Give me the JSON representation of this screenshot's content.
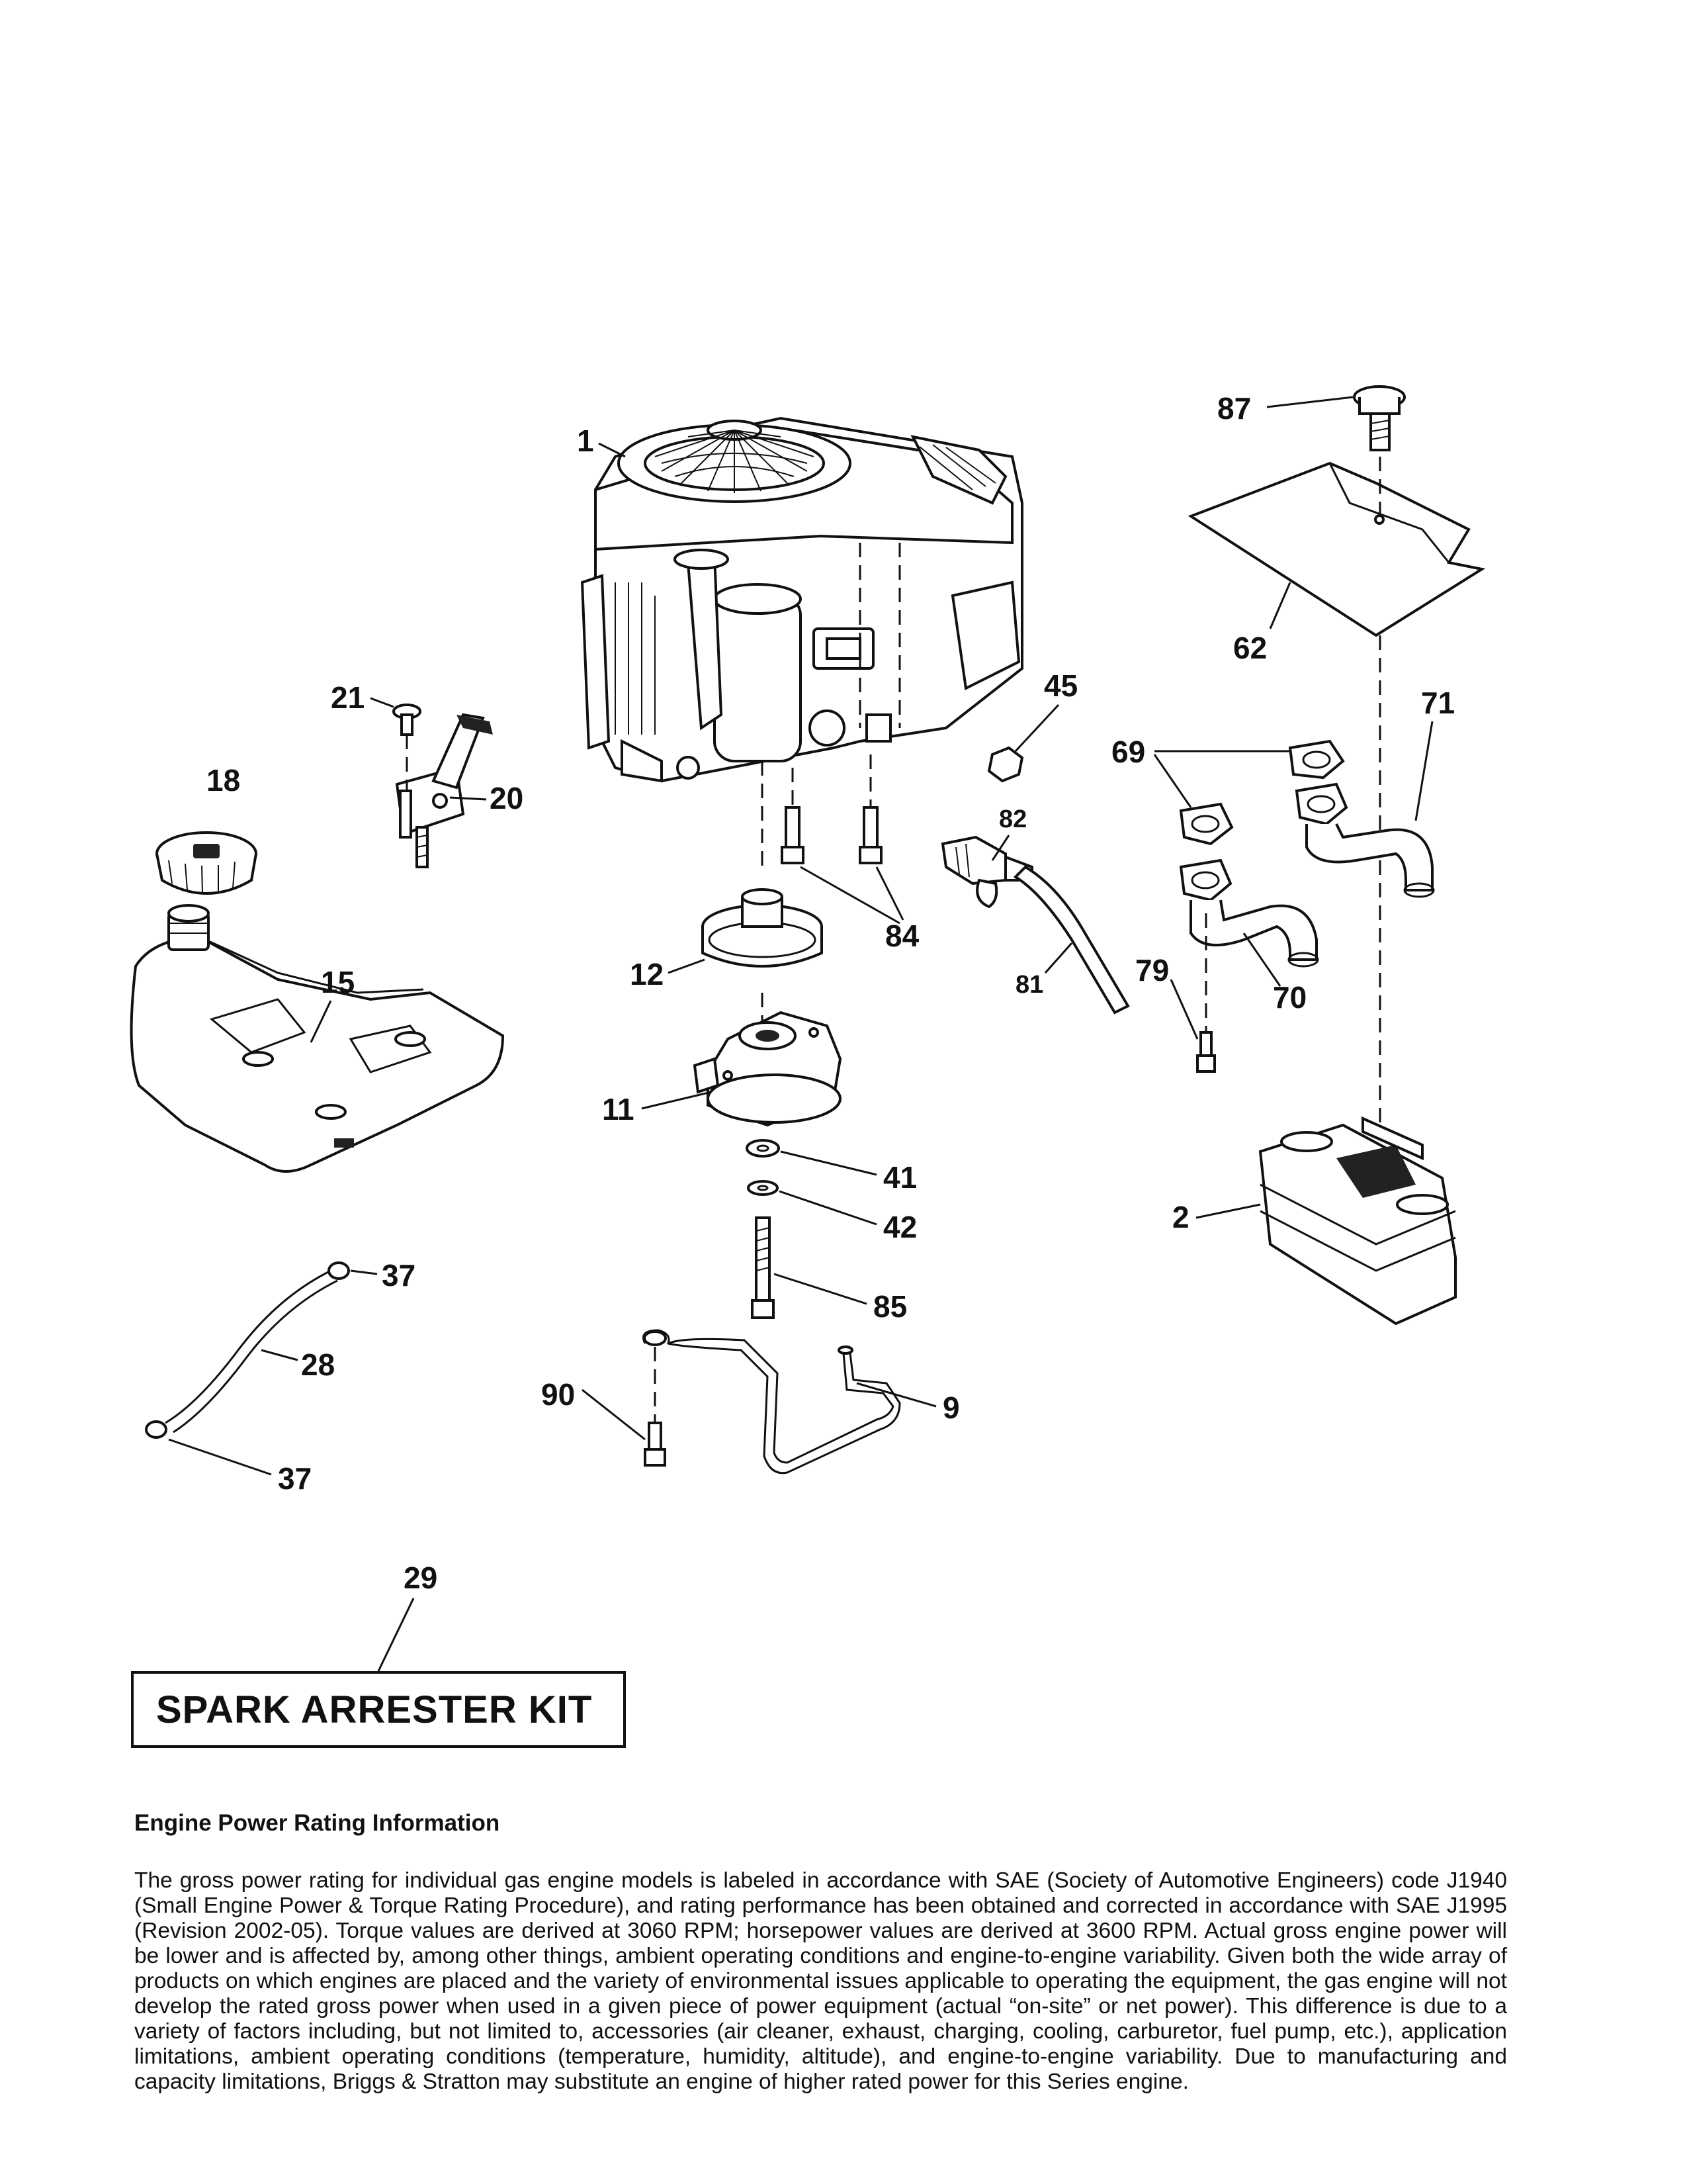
{
  "callouts": {
    "c1": "1",
    "c2": "2",
    "c9": "9",
    "c11": "11",
    "c12": "12",
    "c15": "15",
    "c18": "18",
    "c20": "20",
    "c21": "21",
    "c28": "28",
    "c29": "29",
    "c37a": "37",
    "c37b": "37",
    "c41": "41",
    "c42": "42",
    "c45": "45",
    "c62": "62",
    "c69": "69",
    "c70": "70",
    "c71": "71",
    "c79": "79",
    "c81": "81",
    "c82": "82",
    "c84": "84",
    "c85": "85",
    "c87": "87",
    "c90": "90"
  },
  "kit": {
    "label": "SPARK ARRESTER KIT"
  },
  "info": {
    "heading": "Engine Power Rating Information",
    "body": "The gross power rating for individual gas engine models is labeled in accordance with SAE (Society of Automotive Engineers) code J1940 (Small Engine Power & Torque Rating Procedure), and rating performance has been obtained and corrected in accordance with SAE J1995 (Revision 2002-05). Torque values are derived at 3060 RPM; horsepower values are derived at 3600 RPM. Actual gross engine power will be lower and is affected by, among other things, ambient operating conditions and engine-to-engine variability. Given both the wide array of products on which engines are placed and the variety of environmental issues applicable to operating the equipment, the gas engine will not develop the rated gross power when used in a given piece of power equipment (actual “on-site” or net power). This difference is due to a variety of factors including, but not limited to, accessories (air cleaner, exhaust, charging, cooling, carburetor, fuel pump, etc.), application limitations, ambient operating conditions (temperature, humidity, altitude), and engine-to-engine variability. Due to manufacturing and capacity limitations, Briggs & Stratton may substitute an engine of higher rated power for this Series engine."
  }
}
